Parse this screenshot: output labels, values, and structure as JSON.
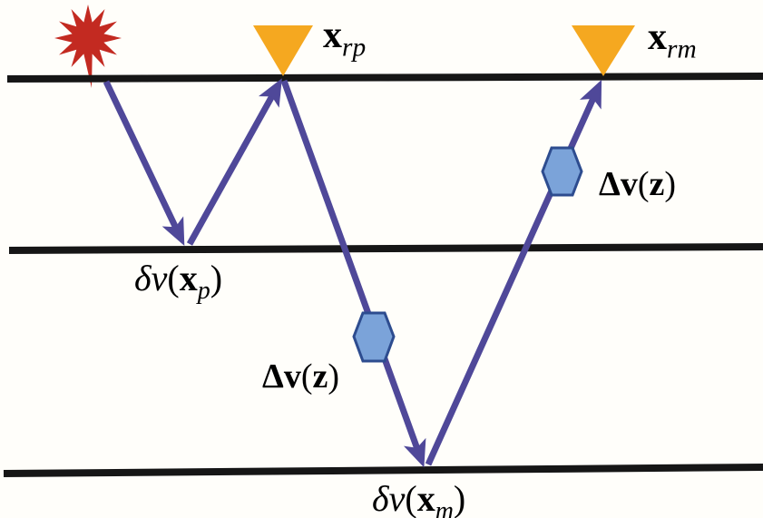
{
  "diagram": {
    "description": "seismic-raypath-diagram",
    "layer_count": 3
  },
  "colors": {
    "background": "#FFFEFA",
    "layer_line": "#161616",
    "ray": "#4F4899",
    "source_star": "#C32A21",
    "receiver_triangle": "#F5A820",
    "hexagon_fill": "#7BA3D9",
    "hexagon_stroke": "#2D4C8F",
    "label_text": "#000000"
  },
  "icons": {
    "source": "starburst-icon",
    "receiver": "inverted-triangle-icon",
    "scatterer": "hexagon-icon",
    "ray_end": "arrowhead-icon"
  },
  "labels": {
    "receiver_primary": {
      "x": "x",
      "sub": "rp"
    },
    "receiver_multiple": {
      "x": "x",
      "sub": "rm"
    },
    "scatter_primary": {
      "dv": "δv",
      "open": "(",
      "x": "x",
      "sub": "p",
      "close": ")"
    },
    "scatter_multiple": {
      "dv": "δv",
      "open": "(",
      "x": "x",
      "sub": "m",
      "close": ")"
    },
    "velocity_mid": {
      "dv": "Δv",
      "open": "(",
      "z": "z",
      "close": ")"
    },
    "velocity_right": {
      "dv": "Δv",
      "open": "(",
      "z": "z",
      "close": ")"
    }
  }
}
